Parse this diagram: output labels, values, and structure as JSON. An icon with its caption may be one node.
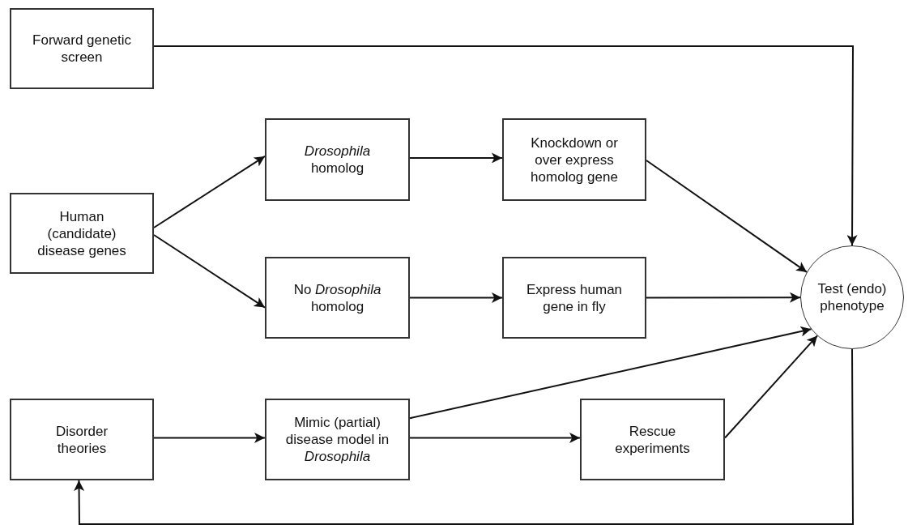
{
  "diagram": {
    "nodes": [
      {
        "text": [
          "Forward genetic screen"
        ]
      },
      {
        "text": [
          "Human (candidate) disease genes"
        ]
      },
      {
        "text": [
          "*Drosophila* homolog"
        ]
      },
      {
        "text": [
          "Knockdown or over express homolog gene"
        ]
      },
      {
        "text": [
          "No *Drosophila* homolog"
        ]
      },
      {
        "text": [
          "Express human gene in fly"
        ]
      },
      {
        "text": [
          "Test (endo) phenotype"
        ]
      },
      {
        "text": [
          "Disorder theories"
        ]
      },
      {
        "text": [
          "Mimic (partial) disease model in *Drosophila*"
        ]
      },
      {
        "text": [
          "Rescue experiments"
        ]
      }
    ],
    "edges": [
      {
        "from": 0,
        "to": 6,
        "arrow": "to"
      },
      {
        "from": 1,
        "to": 2,
        "arrow": "to"
      },
      {
        "from": 1,
        "to": 4,
        "arrow": "to"
      },
      {
        "from": 2,
        "to": 3,
        "arrow": "to"
      },
      {
        "from": 3,
        "to": 6,
        "arrow": "to"
      },
      {
        "from": 4,
        "to": 5,
        "arrow": "to"
      },
      {
        "from": 5,
        "to": 6,
        "arrow": "to"
      },
      {
        "from": 8,
        "to": 6,
        "arrow": "to"
      },
      {
        "from": 7,
        "to": 8,
        "arrow": "to"
      },
      {
        "from": 8,
        "to": 9,
        "arrow": "to"
      },
      {
        "from": 9,
        "to": 6,
        "arrow": "to"
      },
      {
        "from": 6,
        "to": 7,
        "arrow": "to"
      }
    ]
  }
}
